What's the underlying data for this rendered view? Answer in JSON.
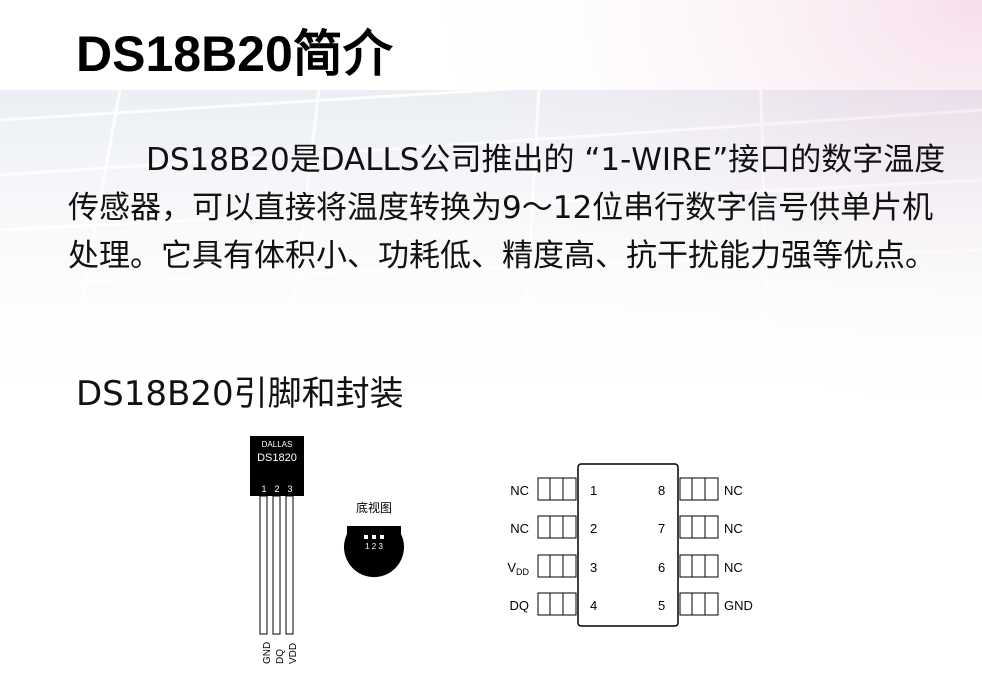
{
  "slide": {
    "title": "DS18B20简介",
    "intro_text": "DS18B20是DALLS公司推出的 “1-WIRE”接口的数字温度传感器，可以直接将温度转换为9～12位串行数字信号供单片机处理。它具有体积小、功耗低、精度高、抗干扰能力强等优点。",
    "pin_heading": "DS18B20引脚和封装"
  },
  "to92": {
    "brand": "DALLAS",
    "part": "DS1820",
    "pin_numbers": [
      "1",
      "2",
      "3"
    ],
    "pin_labels": [
      "GND",
      "DQ",
      "VDD"
    ],
    "bottom_view_label": "底视图",
    "bottom_view_numbers": "1 2 3"
  },
  "soic": {
    "left_pins": [
      {
        "number": "1",
        "label": "NC"
      },
      {
        "number": "2",
        "label": "NC"
      },
      {
        "number": "3",
        "label": "V",
        "subscript": "DD"
      },
      {
        "number": "4",
        "label": "DQ"
      }
    ],
    "right_pins": [
      {
        "number": "8",
        "label": "NC"
      },
      {
        "number": "7",
        "label": "NC"
      },
      {
        "number": "6",
        "label": "NC"
      },
      {
        "number": "5",
        "label": "GND"
      }
    ]
  }
}
